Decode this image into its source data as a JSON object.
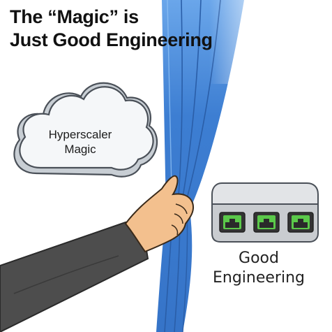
{
  "headline": {
    "line1": "The “Magic” is",
    "line2": "Just Good Engineering"
  },
  "cloud": {
    "line1": "Hyperscaler",
    "line2": "Magic"
  },
  "hardware": {
    "line1": "Good",
    "line2": "Engineering",
    "port_count": 3,
    "port_color": "#5bc94a"
  },
  "colors": {
    "curtain": "#3f80d0",
    "sleeve": "#4d4d4d",
    "skin": "#f3c08e",
    "device": "#c9ccd0"
  },
  "icons": [
    "cloud-icon",
    "curtain",
    "arm-sleeve",
    "hand",
    "network-switch-icon",
    "ethernet-port-icon"
  ]
}
